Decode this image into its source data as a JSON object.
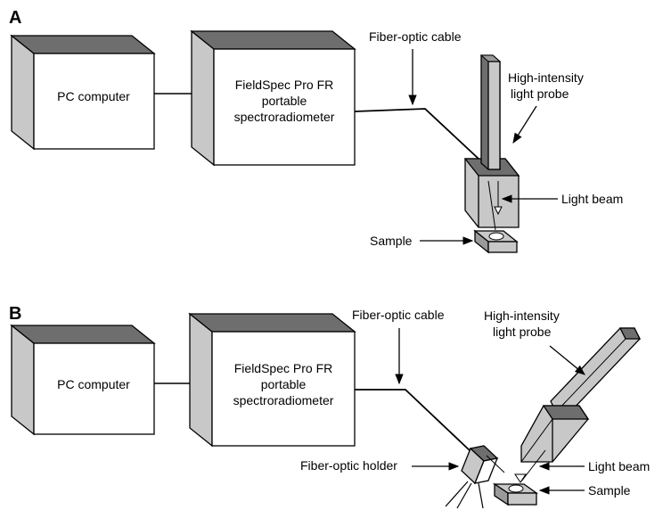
{
  "panel_a": {
    "letter": "A",
    "pc_label": "PC computer",
    "spectro_label": [
      "FieldSpec Pro FR",
      "portable",
      "spectroradiometer"
    ],
    "fiber_cable_label": "Fiber-optic cable",
    "probe_label": [
      "High-intensity",
      "light probe"
    ],
    "light_beam_label": "Light beam",
    "sample_label": "Sample"
  },
  "panel_b": {
    "letter": "B",
    "pc_label": "PC computer",
    "spectro_label": [
      "FieldSpec Pro FR",
      "portable",
      "spectroradiometer"
    ],
    "fiber_cable_label": "Fiber-optic cable",
    "probe_label": [
      "High-intensity",
      "light probe"
    ],
    "holder_label": "Fiber-optic holder",
    "light_beam_label": "Light beam",
    "sample_label": "Sample"
  },
  "colors": {
    "face": "#ffffff",
    "side": "#c8c8c8",
    "top": "#6e6e6e",
    "stroke": "#000000"
  }
}
